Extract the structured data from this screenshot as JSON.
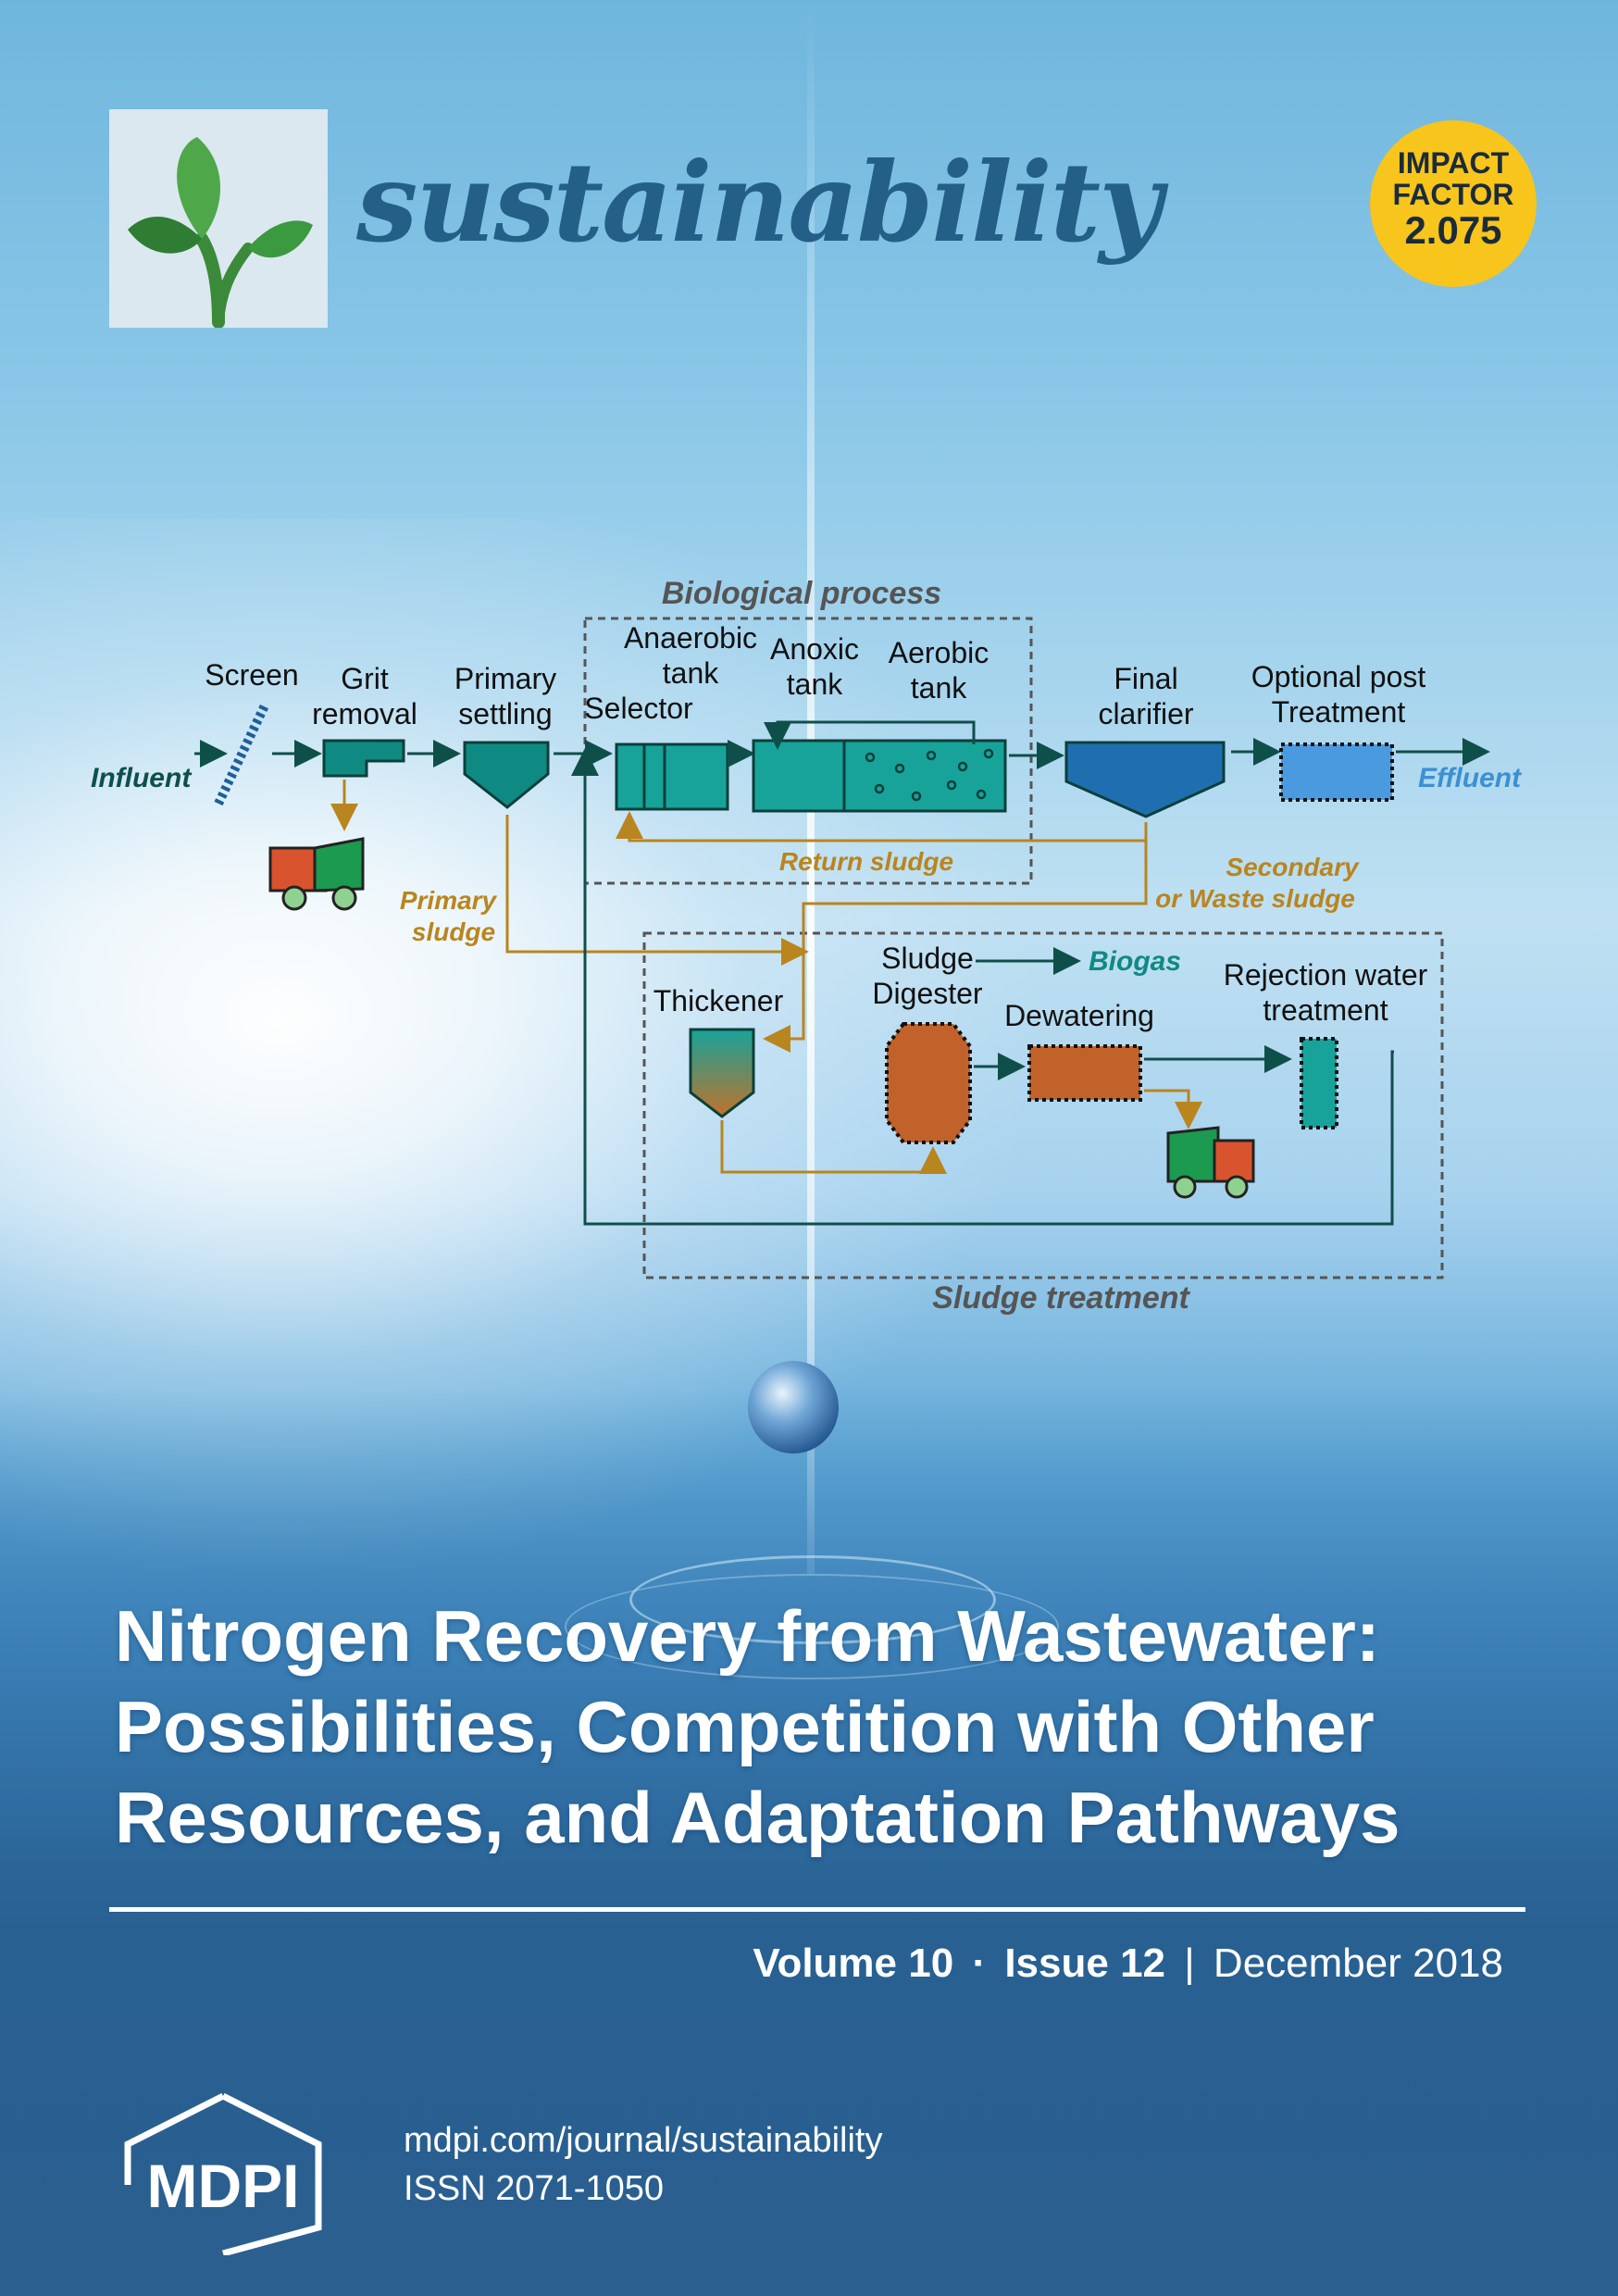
{
  "journal": {
    "name": "sustainability",
    "impact_factor": {
      "line1": "IMPACT",
      "line2": "FACTOR",
      "value": "2.075"
    }
  },
  "diagram": {
    "group_biological": "Biological process",
    "group_sludge": "Sludge treatment",
    "influent": "Influent",
    "effluent": "Effluent",
    "screen": "Screen",
    "grit": [
      "Grit",
      "removal"
    ],
    "primary_settling": [
      "Primary",
      "settling"
    ],
    "anaerobic": [
      "Anaerobic",
      "tank"
    ],
    "selector": "Selector",
    "anoxic": [
      "Anoxic",
      "tank"
    ],
    "aerobic": [
      "Aerobic",
      "tank"
    ],
    "final_clarifier": [
      "Final",
      "clarifier"
    ],
    "optional_post": [
      "Optional post",
      "Treatment"
    ],
    "return_sludge": "Return sludge",
    "secondary_sludge": [
      "Secondary",
      "or Waste sludge"
    ],
    "primary_sludge": [
      "Primary",
      "sludge"
    ],
    "thickener": "Thickener",
    "digester": [
      "Sludge",
      "Digester"
    ],
    "biogas": "Biogas",
    "dewatering": "Dewatering",
    "rejection": [
      "Rejection water",
      "treatment"
    ]
  },
  "article": {
    "title_lines": [
      "Nitrogen Recovery from Wastewater:",
      "Possibilities, Competition with Other",
      "Resources, and Adaptation Pathways"
    ]
  },
  "issue": {
    "volume": "Volume 10",
    "dot": "·",
    "issue": "Issue 12",
    "bar": "|",
    "date": "December 2018"
  },
  "publisher": {
    "name": "MDPI",
    "url": "mdpi.com/journal/sustainability",
    "issn": "ISSN 2071-1050"
  },
  "colors": {
    "accent": "#245f88",
    "teal": "#17a39a",
    "sludge": "#b9851f",
    "badge": "#f8c51c"
  }
}
